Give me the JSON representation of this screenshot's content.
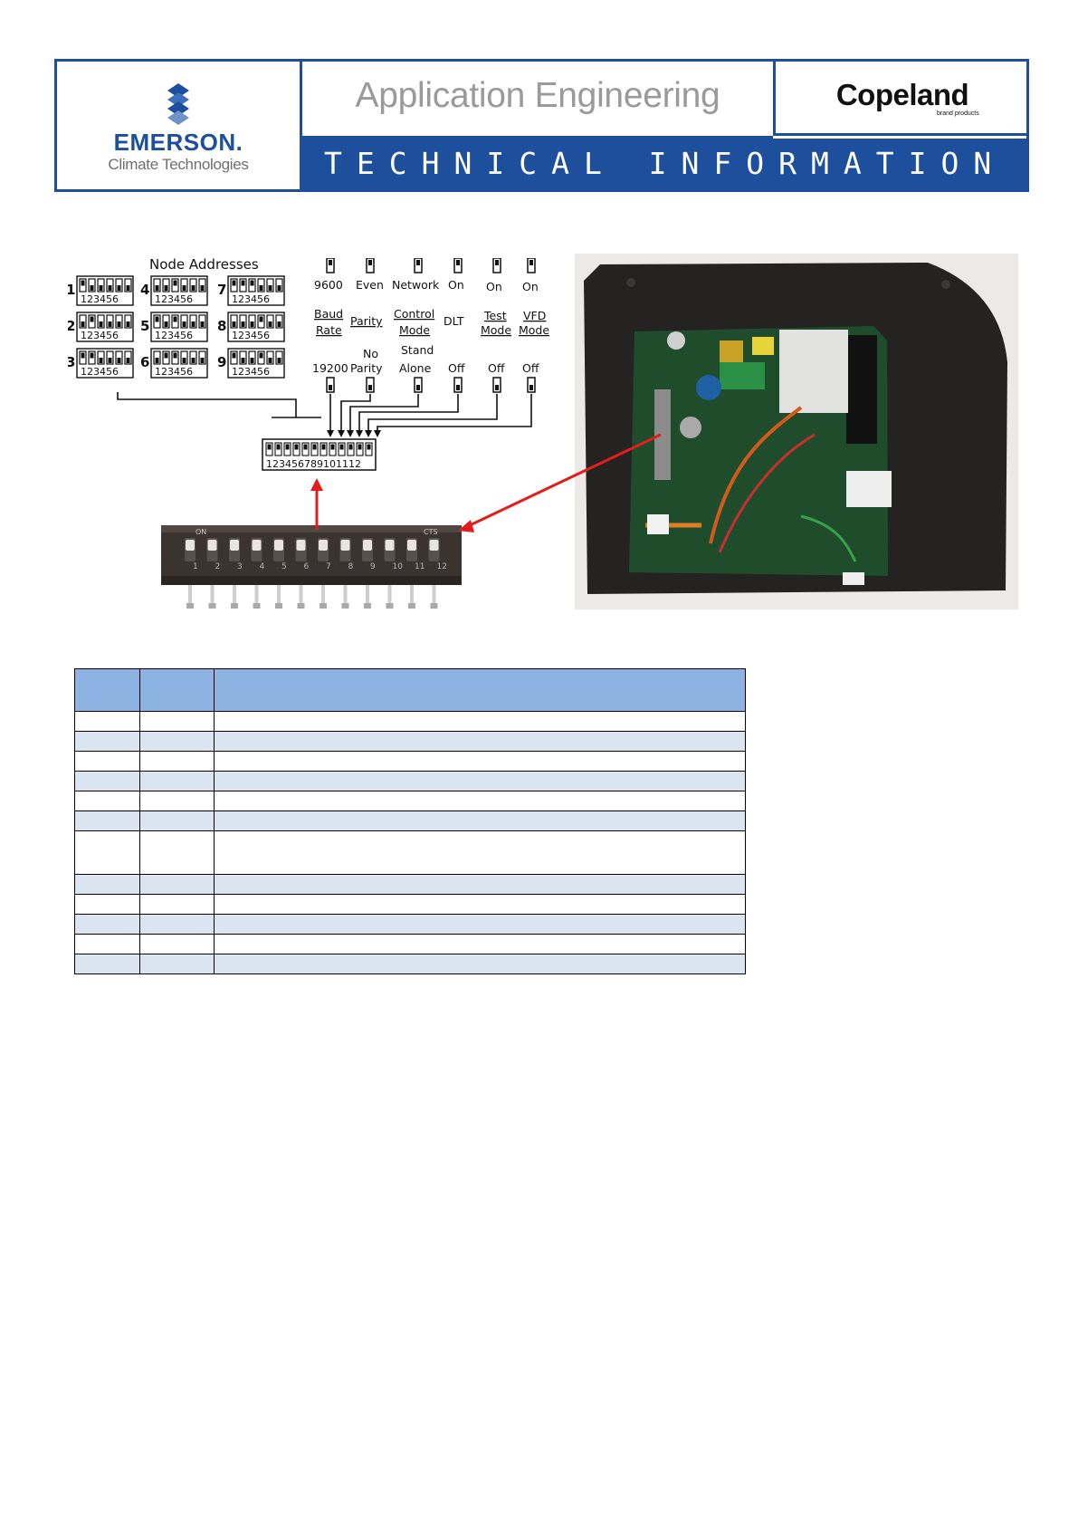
{
  "header": {
    "company": "EMERSON.",
    "company_tagline": "Climate Technologies",
    "title": "Application Engineering",
    "brand": "Copeland",
    "brand_sub": "brand products",
    "banner": "TECHNICAL INFORMATION"
  },
  "colors": {
    "header_blue": "#1d4f9c",
    "table_header": "#8db3e2",
    "table_stripe": "#dbe5f1",
    "arrow_red": "#e11d1d"
  },
  "diagram": {
    "node_title": "Node Addresses",
    "node_numbers": [
      "1",
      "2",
      "3",
      "4",
      "5",
      "6",
      "7",
      "8",
      "9"
    ],
    "switch_numbers": "123456",
    "baud": {
      "top": "9600",
      "name1": "Baud",
      "name2": "Rate",
      "bottom": "19200"
    },
    "parity": {
      "top": "Even",
      "name": "Parity",
      "bottom1": "No",
      "bottom2": "Parity"
    },
    "control": {
      "top": "Network",
      "name1": "Control",
      "name2": "Mode",
      "bottom1": "Stand",
      "bottom2": "Alone"
    },
    "dlt": {
      "top": "On",
      "name": "DLT",
      "bottom": "Off"
    },
    "test": {
      "top": "On",
      "name1": "Test",
      "name2": "Mode",
      "bottom": "Off"
    },
    "vfd": {
      "top": "On",
      "name1": "VFD",
      "name2": "Mode",
      "bottom": "Off"
    },
    "main_switch_numbers": "123456789101112"
  },
  "dip_photo": {
    "on_label": "ON",
    "cts_label": "CTS",
    "position_numbers": [
      "1",
      "2",
      "3",
      "4",
      "5",
      "6",
      "7",
      "8",
      "9",
      "10",
      "11",
      "12"
    ]
  },
  "table": {
    "rows": 12,
    "tall_row_index": 6
  }
}
